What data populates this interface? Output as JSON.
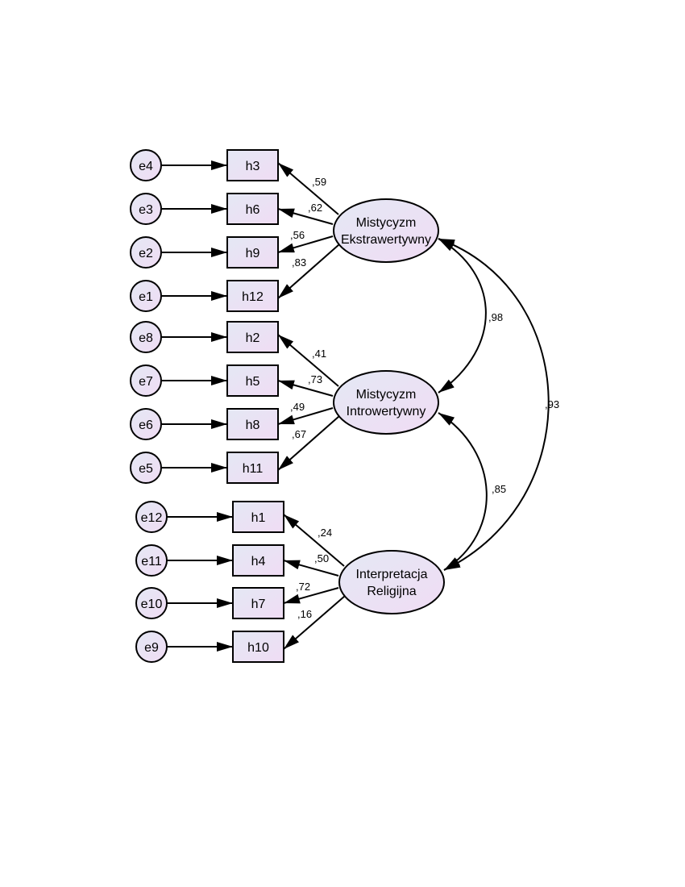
{
  "colors": {
    "background": "#ffffff",
    "stroke": "#000000",
    "fill_start": "#e4e8f4",
    "fill_end": "#f0dcf4"
  },
  "latents": [
    {
      "id": "ME",
      "line1": "Mistycyzm",
      "line2": "Ekstrawertywny"
    },
    {
      "id": "MI",
      "line1": "Mistycyzm",
      "line2": "Introwertywny"
    },
    {
      "id": "IR",
      "line1": "Interpretacja",
      "line2": "Religijna"
    }
  ],
  "errors": [
    "e4",
    "e3",
    "e2",
    "e1",
    "e8",
    "e7",
    "e6",
    "e5",
    "e12",
    "e11",
    "e10",
    "e9"
  ],
  "items": [
    "h3",
    "h6",
    "h9",
    "h12",
    "h2",
    "h5",
    "h8",
    "h11",
    "h1",
    "h4",
    "h7",
    "h10"
  ],
  "loadings": [
    ",59",
    ",62",
    ",56",
    ",83",
    ",41",
    ",73",
    ",49",
    ",67",
    ",24",
    ",50",
    ",72",
    ",16"
  ],
  "correlations": [
    {
      "pair": "ME-MI",
      "label": ",98"
    },
    {
      "pair": "MI-IR",
      "label": ",85"
    },
    {
      "pair": "ME-IR",
      "label": ",93"
    }
  ]
}
